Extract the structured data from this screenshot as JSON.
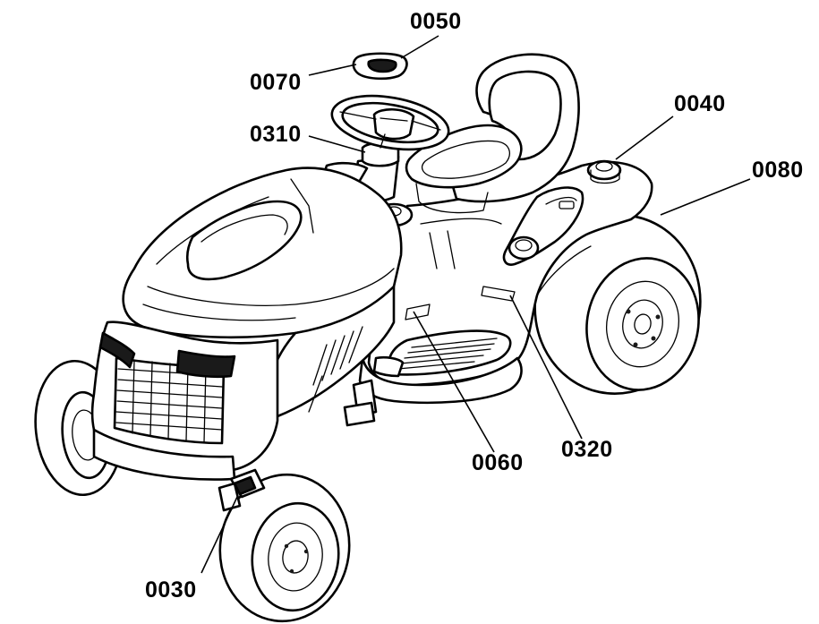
{
  "callouts": {
    "c0050": "0050",
    "c0070": "0070",
    "c0310": "0310",
    "c0040": "0040",
    "c0080": "0080",
    "c0060": "0060",
    "c0320": "0320",
    "c0030": "0030"
  }
}
